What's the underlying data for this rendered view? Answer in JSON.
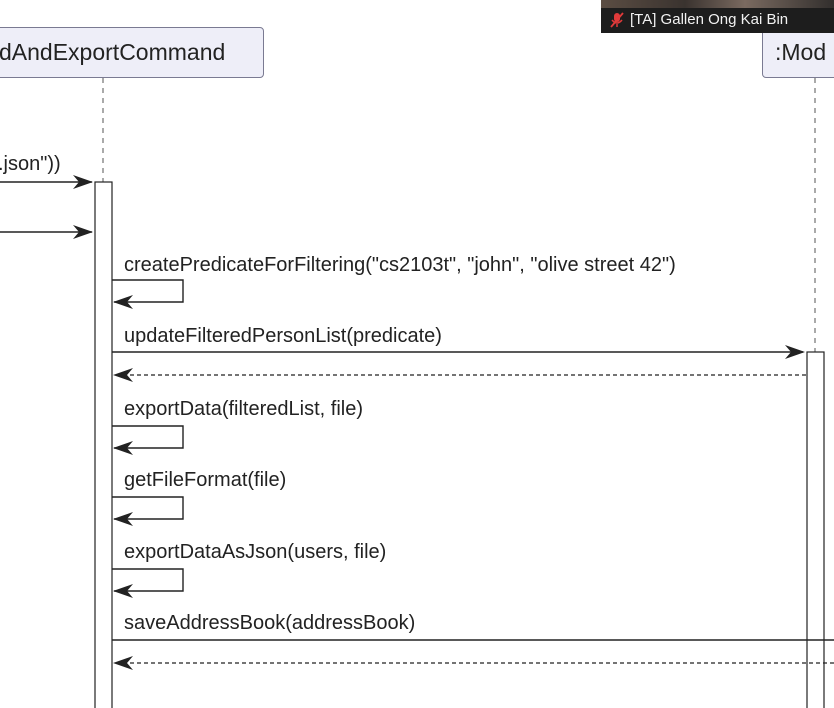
{
  "participants": {
    "left": "dAndExportCommand",
    "right": ":Mod"
  },
  "messages": {
    "incoming_1": ".json\"))",
    "create_predicate": "createPredicateForFiltering(\"cs2103t\", \"john\", \"olive street 42\")",
    "update_filtered": "updateFilteredPersonList(predicate)",
    "export_data": "exportData(filteredList, file)",
    "get_file_format": "getFileFormat(file)",
    "export_json": "exportDataAsJson(users, file)",
    "save_address_book": "saveAddressBook(addressBook)"
  },
  "video_overlay": {
    "name": "[TA] Gallen Ong Kai Bin",
    "mic_icon": "mic-muted-icon"
  },
  "colors": {
    "participant_fill": "#eeeef8",
    "participant_border": "#7a7a92",
    "line": "#222222",
    "mic_muted": "#e03a3a"
  }
}
